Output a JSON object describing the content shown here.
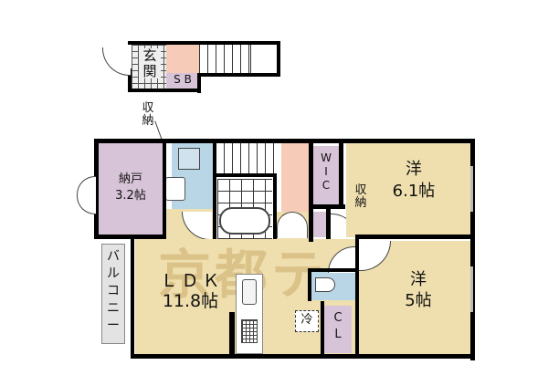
{
  "floorplan": {
    "entrance_level": {
      "genkan": "玄\n関",
      "shoe_box": "S B",
      "storage_note": "収\n納"
    },
    "rooms": {
      "nando": {
        "name": "納戸",
        "size": "3.2帖"
      },
      "ldk": {
        "name": "ＬＤＫ",
        "size": "11.8帖"
      },
      "western_1": {
        "name": "洋",
        "size": "6.1帖"
      },
      "western_2": {
        "name": "洋",
        "size": "5帖"
      },
      "wic": "W\nI\nC",
      "storage": "収\n納",
      "closet": "C\nL",
      "balcony": "バ\nル\nコ\nニ\nー",
      "refrigerator": "冷"
    },
    "watermark": "京都テ",
    "colors": {
      "purple_room": "#d8c4d8",
      "tan_room": "#efdfae",
      "pink_room": "#f6cbb8",
      "blue_room": "#b9d6e6",
      "balcony_grey": "#e3e3e3",
      "wall": "#000000"
    }
  }
}
